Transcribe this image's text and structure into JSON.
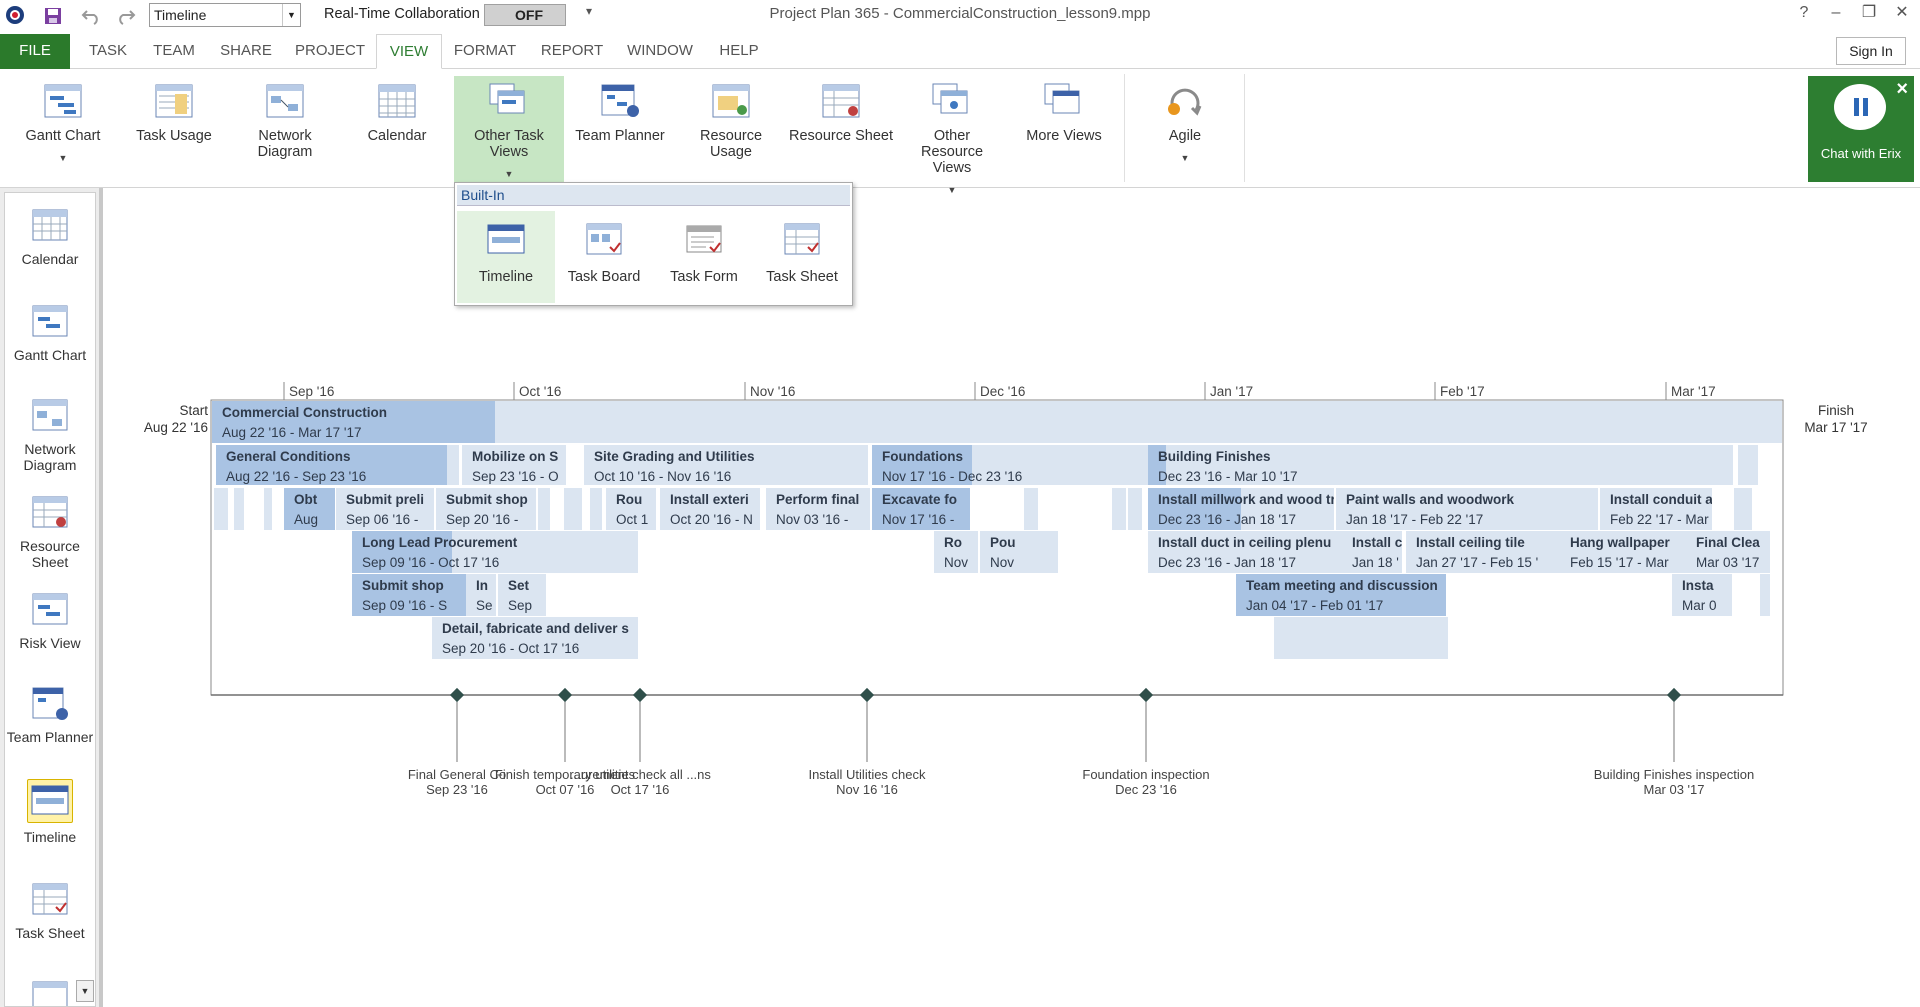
{
  "titlebar": {
    "view_selector": "Timeline",
    "rtc_label": "Real-Time Collaboration",
    "rtc_state": "OFF",
    "doc_title": "Project Plan 365 - CommercialConstruction_lesson9.mpp",
    "help": "?",
    "minimize": "–",
    "restore": "❐",
    "close": "✕"
  },
  "tabs": {
    "file": "FILE",
    "task": "TASK",
    "team": "TEAM",
    "share": "SHARE",
    "project": "PROJECT",
    "view": "VIEW",
    "format": "FORMAT",
    "report": "REPORT",
    "window": "WINDOW",
    "help": "HELP",
    "sign_in": "Sign In"
  },
  "ribbon": {
    "gantt": "Gantt Chart",
    "task_usage": "Task Usage",
    "network": "Network Diagram",
    "calendar": "Calendar",
    "other_task": "Other Task Views",
    "team_planner": "Team Planner",
    "resource_usage": "Resource Usage",
    "resource_sheet": "Resource Sheet",
    "other_resource": "Other Resource Views",
    "more_views": "More Views",
    "agile": "Agile",
    "chat": "Chat with Erix"
  },
  "dropdown": {
    "header": "Built-In",
    "timeline": "Timeline",
    "task_board": "Task Board",
    "task_form": "Task Form",
    "task_sheet": "Task Sheet"
  },
  "viewbar": {
    "calendar": "Calendar",
    "gantt": "Gantt Chart",
    "network": "Network Diagram",
    "resource_sheet": "Resource Sheet",
    "risk_view": "Risk View",
    "team_planner": "Team Planner",
    "timeline": "Timeline",
    "task_sheet": "Task Sheet"
  },
  "timeline": {
    "start_label": "Start",
    "start_date": "Aug 22 '16",
    "finish_label": "Finish",
    "finish_date": "Mar 17 '17",
    "months": [
      "Sep '16",
      "Oct '16",
      "Nov '16",
      "Dec '16",
      "Jan '17",
      "Feb '17",
      "Mar '17"
    ],
    "bars": [
      {
        "name": "Commercial Construction",
        "dates": "Aug 22 '16 - Mar 17 '17",
        "progress": 0.18
      },
      {
        "name": "General Conditions",
        "dates": "Aug 22 '16 - Sep 23 '16",
        "progress": 0.95
      },
      {
        "name": "Mobilize on S",
        "dates": "Sep 23 '16 - O",
        "progress": 0.0
      },
      {
        "name": "Site Grading and Utilities",
        "dates": "Oct 10 '16 - Nov 16 '16",
        "progress": 0.0
      },
      {
        "name": "Foundations",
        "dates": "Nov 17 '16 - Dec 23 '16",
        "progress": 0.36
      },
      {
        "name": "Building Finishes",
        "dates": "Dec 23 '16 - Mar 10 '17",
        "progress": 0.03
      },
      {
        "name": "Obt",
        "dates": "Aug",
        "progress": 1.0
      },
      {
        "name": "Submit preli",
        "dates": "Sep 06 '16 -",
        "progress": 0.0
      },
      {
        "name": "Submit shop",
        "dates": "Sep 20 '16 -",
        "progress": 0.0
      },
      {
        "name": "Rou",
        "dates": "Oct 1",
        "progress": 0.0
      },
      {
        "name": "Install exteri",
        "dates": "Oct 20 '16 - N",
        "progress": 0.0
      },
      {
        "name": "Perform final",
        "dates": "Nov 03 '16 -",
        "progress": 0.0
      },
      {
        "name": "Excavate fo",
        "dates": "Nov 17 '16 -",
        "progress": 1.0
      },
      {
        "name": "Install millwork and wood tr",
        "dates": "Dec 23 '16 - Jan 18 '17",
        "progress": 0.5
      },
      {
        "name": "Paint walls and woodwork",
        "dates": "Jan 18 '17 - Feb 22 '17",
        "progress": 0.0
      },
      {
        "name": "Install conduit at",
        "dates": "Feb 22 '17 - Mar",
        "progress": 0.0
      },
      {
        "name": "Long Lead Procurement",
        "dates": "Sep 09 '16 - Oct 17 '16",
        "progress": 0.35
      },
      {
        "name": "Ro",
        "dates": "Nov",
        "progress": 0.0
      },
      {
        "name": "Pou",
        "dates": "Nov",
        "progress": 0.0
      },
      {
        "name": "Install duct in ceiling plenu",
        "dates": "Dec 23 '16 - Jan 18 '17",
        "progress": 0.0
      },
      {
        "name": "Install c",
        "dates": "Jan 18 '",
        "progress": 0.0
      },
      {
        "name": "Install ceiling tile",
        "dates": "Jan 27 '17 - Feb 15 '",
        "progress": 0.0
      },
      {
        "name": "Hang wallpaper",
        "dates": "Feb 15 '17 - Mar",
        "progress": 0.0
      },
      {
        "name": "Final Clea",
        "dates": "Mar 03 '17",
        "progress": 0.0
      },
      {
        "name": "Submit shop",
        "dates": "Sep 09 '16 - S",
        "progress": 1.0
      },
      {
        "name": "In",
        "dates": "Se",
        "progress": 0.0
      },
      {
        "name": "Set",
        "dates": "Sep",
        "progress": 0.0
      },
      {
        "name": "Team meeting and discussion",
        "dates": "Jan 04 '17 - Feb 01 '17",
        "progress": 1.0
      },
      {
        "name": "Insta",
        "dates": "Mar 0",
        "progress": 0.0
      },
      {
        "name": "Detail, fabricate and deliver s",
        "dates": "Sep 20 '16 - Oct 17 '16",
        "progress": 0.0
      }
    ],
    "milestones": [
      {
        "name": "Final General Co",
        "date": "Sep 23 '16"
      },
      {
        "name": "Finish temporary utilities",
        "date": "Oct 07 '16"
      },
      {
        "name": "...urement check all ...ns",
        "date": "Oct 17 '16"
      },
      {
        "name": "Install Utilities check",
        "date": "Nov 16 '16"
      },
      {
        "name": "Foundation inspection",
        "date": "Dec 23 '16"
      },
      {
        "name": "Building Finishes inspection",
        "date": "Mar 03 '17"
      }
    ]
  }
}
